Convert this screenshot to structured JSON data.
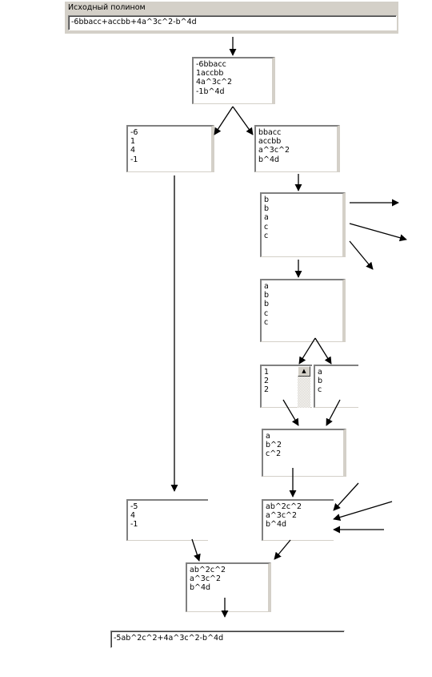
{
  "source_panel": {
    "title": "Исходный полином",
    "input_value": "-6bbacc+accbb+4a^3c^2-b^4d"
  },
  "boxes": {
    "terms": [
      "-6bbacc",
      "1accbb",
      "4a^3c^2",
      "-1b^4d"
    ],
    "coefficients": [
      "-6",
      "1",
      "4",
      "-1"
    ],
    "monomials": [
      "bbacc",
      "accbb",
      "a^3c^2",
      "b^4d"
    ],
    "letters": [
      "b",
      "b",
      "a",
      "c",
      "c"
    ],
    "sorted_letters": [
      "a",
      "b",
      "b",
      "c",
      "c"
    ],
    "exponents": [
      "1",
      "2",
      "2"
    ],
    "unique_letters": [
      "a",
      "b",
      "c"
    ],
    "powers": [
      "a",
      "b^2",
      "c^2"
    ],
    "merged_monomials": [
      "ab^2c^2",
      "a^3c^2",
      "b^4d"
    ],
    "summed_coefficients": [
      "-5",
      "4",
      "-1"
    ],
    "final_monomials": [
      "ab^2c^2",
      "a^3c^2",
      "b^4d"
    ]
  },
  "result_value": "-5ab^2c^2+4a^3c^2-b^4d",
  "icons": {
    "scroll_up": "▲"
  }
}
